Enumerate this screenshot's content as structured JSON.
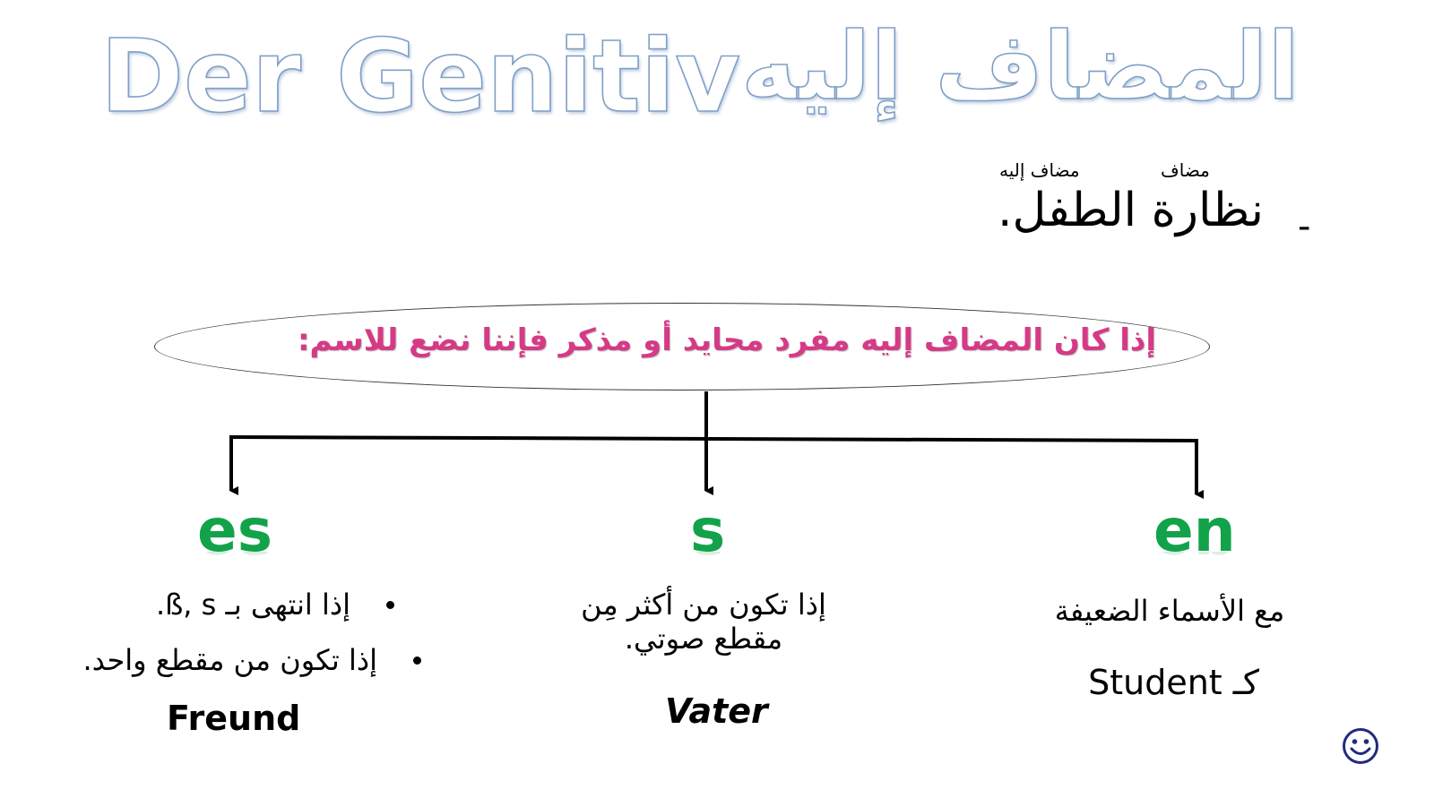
{
  "title": {
    "german": "Der Genitiv",
    "arabic": "المضاف إليه"
  },
  "example": {
    "label_mudaf_ilayh": "مضاف إليه",
    "label_mudaf": "مضاف",
    "phrase": "نظارة الطفل.",
    "bullet": "-"
  },
  "rule": {
    "text": "إذا كان المضاف إليه مفرد محايد أو مذكر فإننا نضع للاسم:"
  },
  "endings": {
    "es": {
      "suffix": "es",
      "conditions": [
        "إذا انتهى بـ ß, s.",
        "إذا تكون من مقطع واحد."
      ],
      "example": "Freund"
    },
    "s": {
      "suffix": "s",
      "condition": "إذا تكون من أكثر مِن مقطع صوتي.",
      "condition_line1": "إذا تكون من أكثر مِن",
      "condition_line2": "مقطع صوتي.",
      "example": "Vater"
    },
    "en": {
      "suffix": "en",
      "condition": "مع الأسماء الضعيفة",
      "example": "كـ Student"
    }
  },
  "colors": {
    "title_outline": "#7f9fc7",
    "rule_text": "#d63a86",
    "ending": "#12a34a",
    "smiley": "#1f2b80"
  },
  "icons": {
    "corner": "smiley-icon"
  }
}
